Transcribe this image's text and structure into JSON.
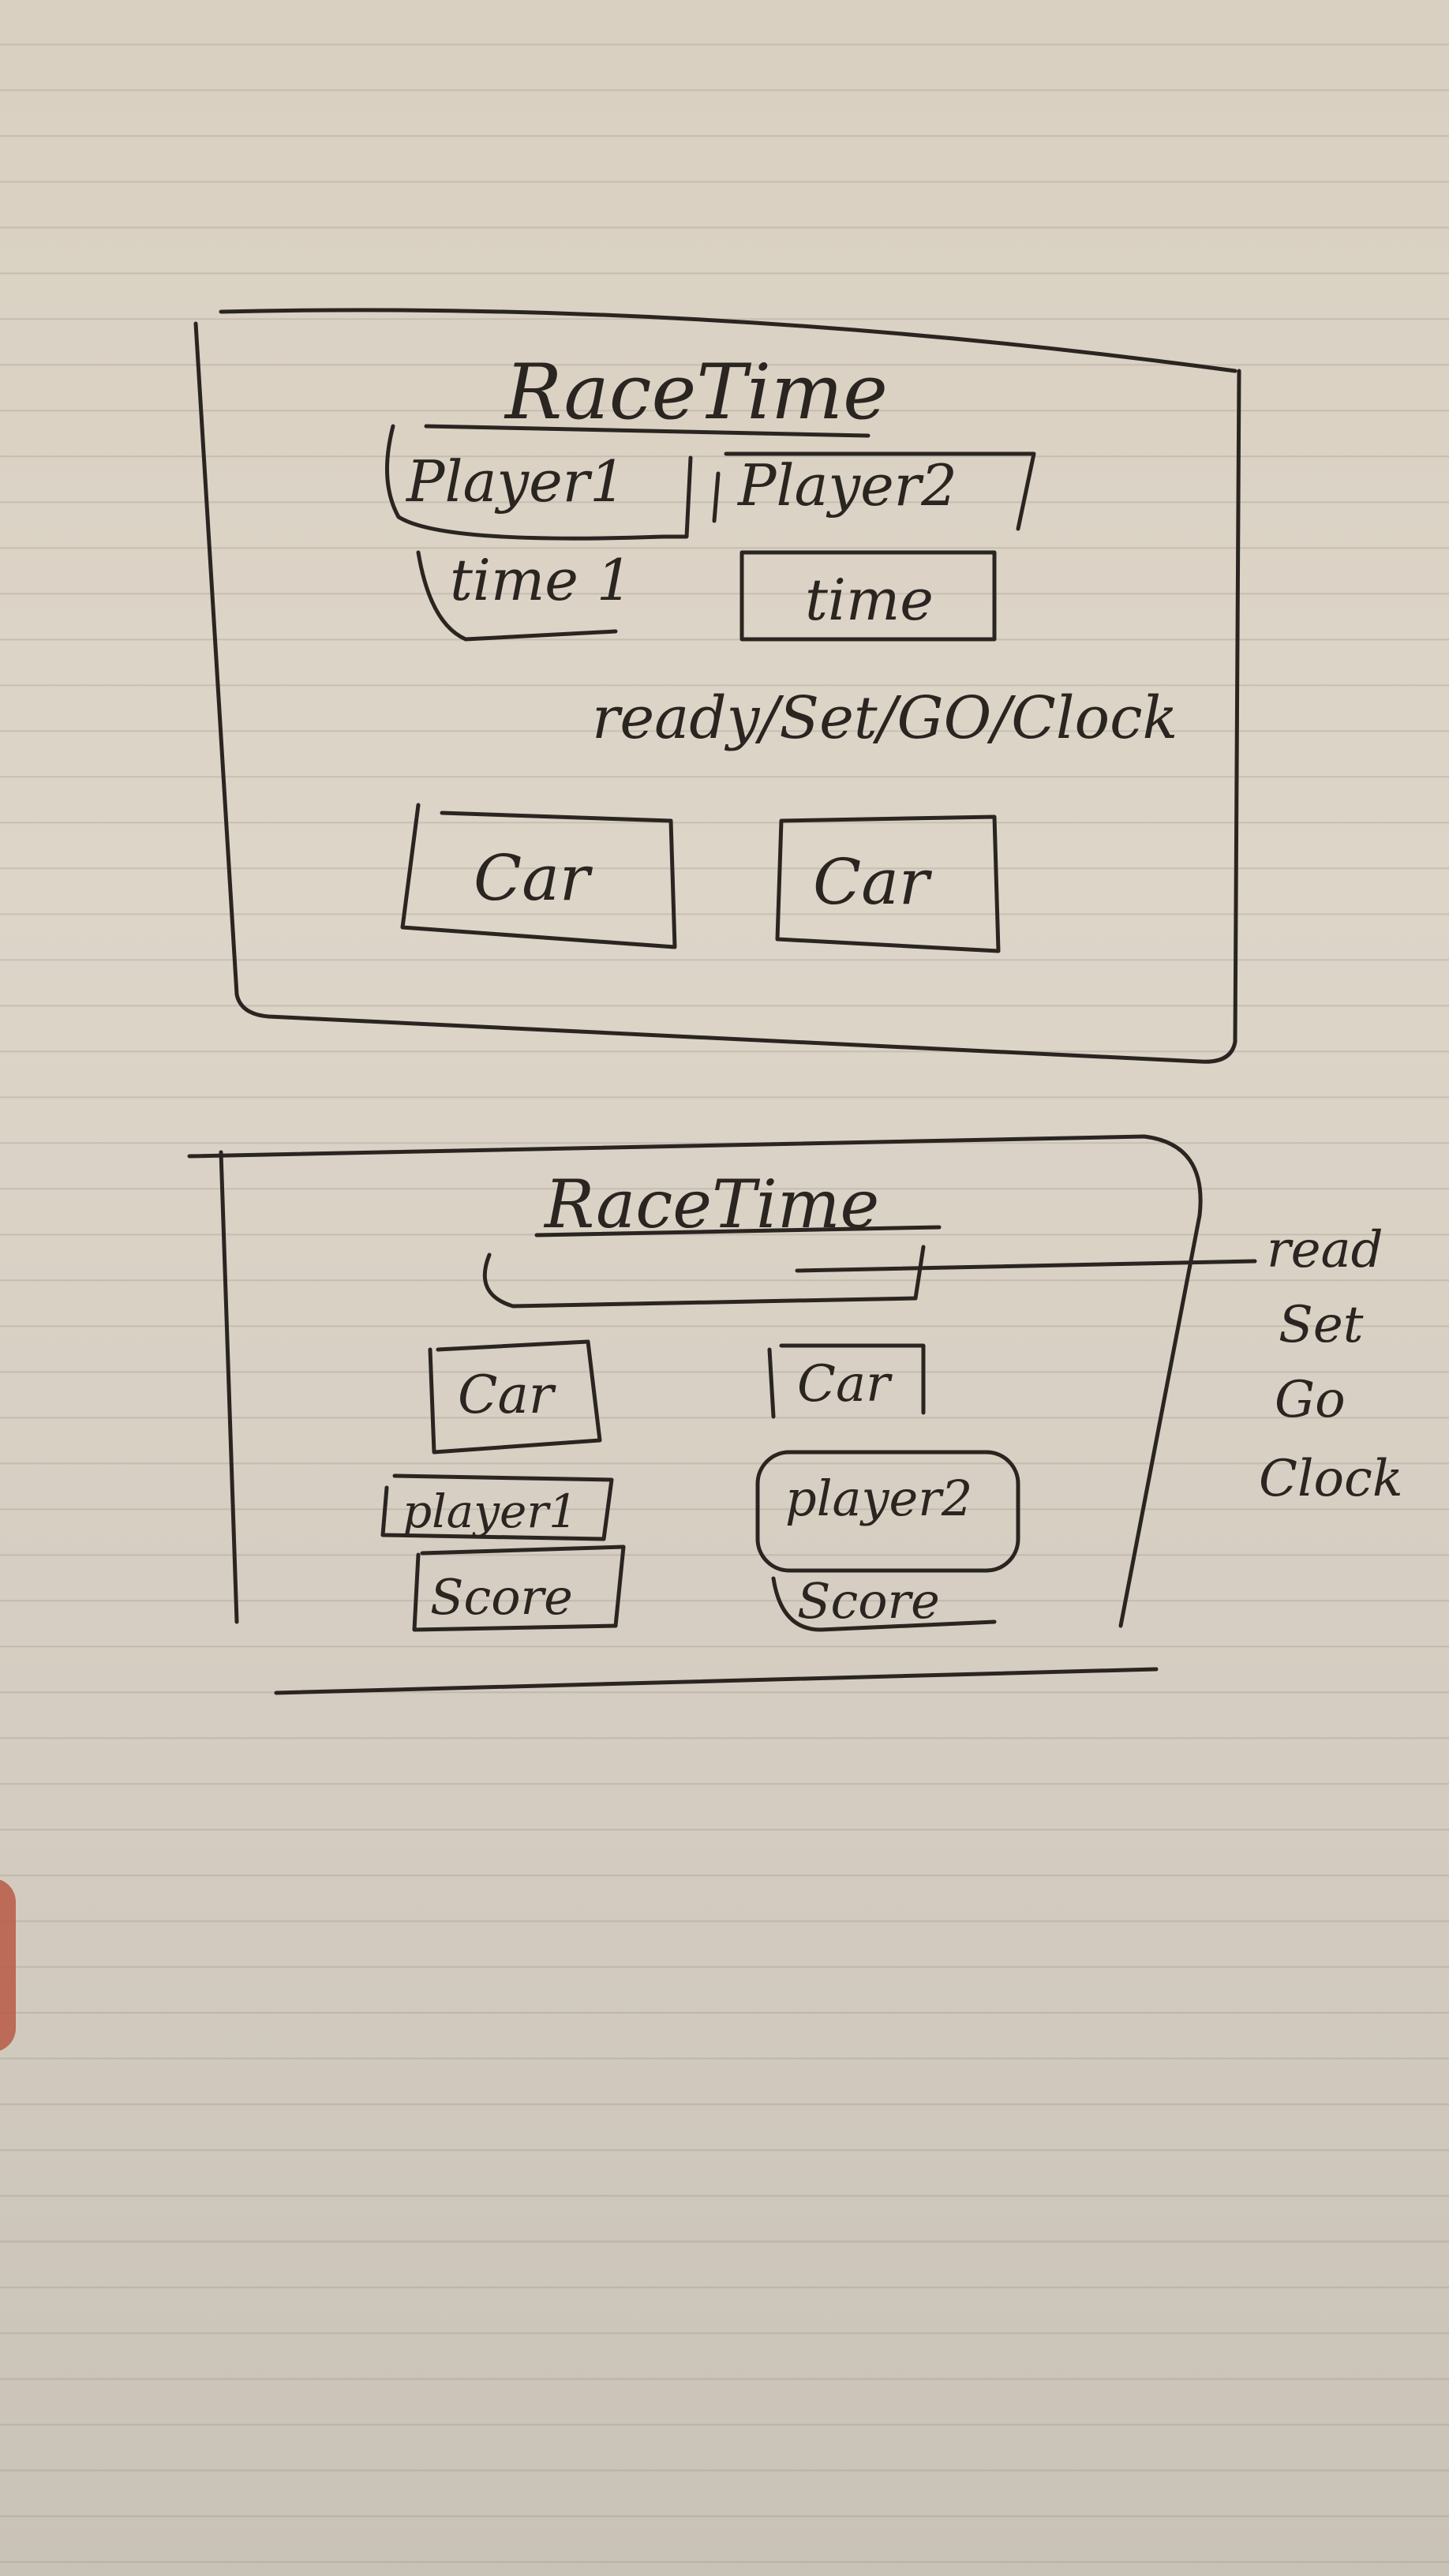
{
  "colors": {
    "paper": "#dcd3c6",
    "ink": "#2a2520",
    "thumb": "#b75a45"
  },
  "sketch1": {
    "title": "RaceTime",
    "player1_label": "Player1",
    "player2_label": "Player2",
    "time1_label": "time 1",
    "time2_label": "time",
    "status_label": "ready/Set/GO/Clock",
    "car1_label": "Car",
    "car2_label": "Car"
  },
  "sketch2": {
    "title": "RaceTime",
    "car1_label": "Car",
    "car2_label": "Car",
    "player1_label": "player1",
    "player2_label": "player2",
    "score1_label": "Score",
    "score2_label": "Score",
    "annotation": [
      "read",
      "Set",
      "Go",
      "Clock"
    ]
  }
}
